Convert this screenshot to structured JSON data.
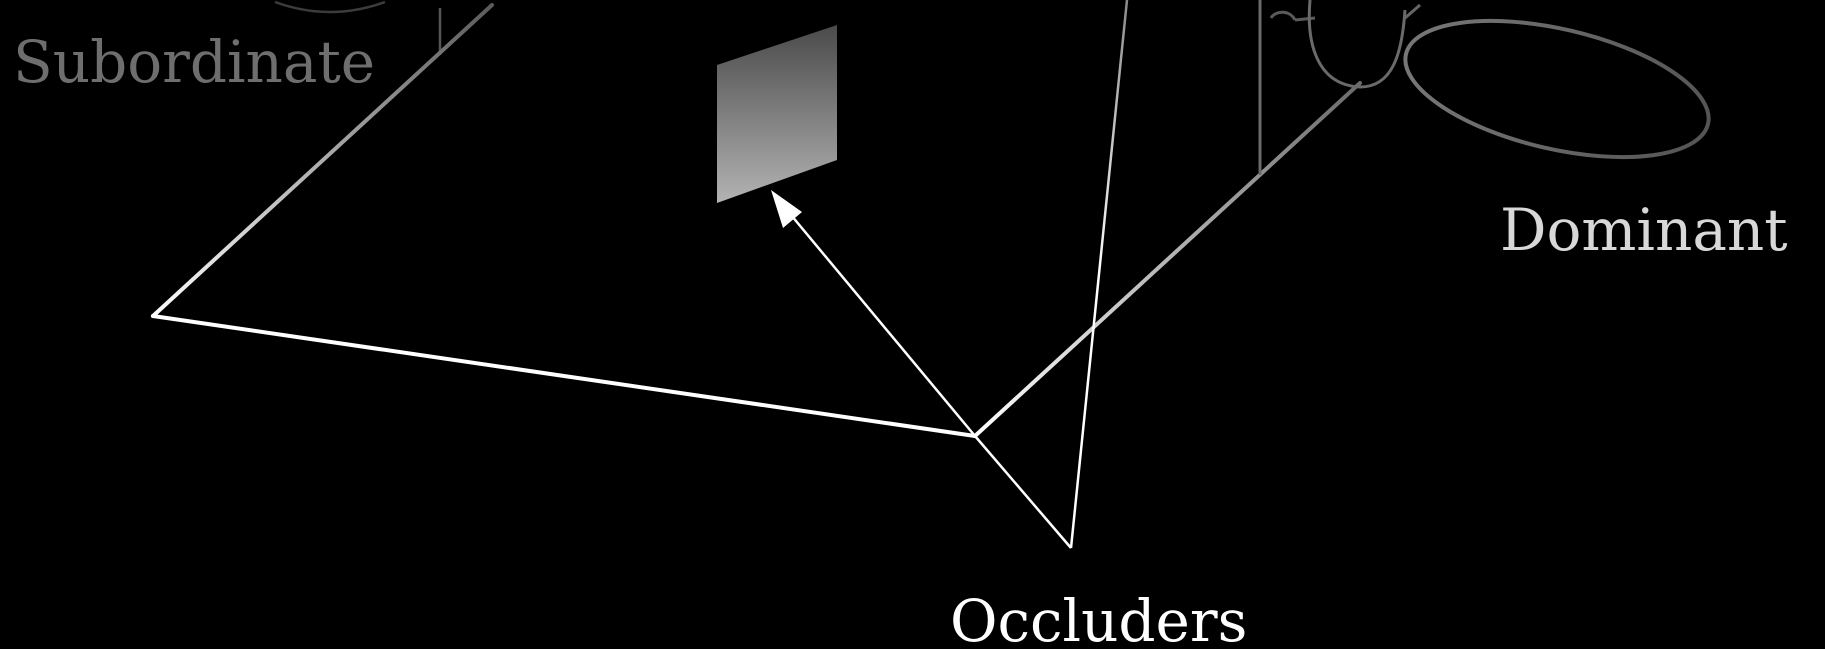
{
  "labels": {
    "subordinate": "Subordinate",
    "dominant": "Dominant",
    "occluders": "Occluders"
  },
  "colors": {
    "background": "#000000",
    "line_bright": "#ffffff",
    "line_faded": "#5a5a5a",
    "text_subordinate": "#6e6e6e",
    "text_dominant": "#d8d8d8",
    "text_occluders": "#ffffff",
    "panel_top": "#4a4a4a",
    "panel_bottom": "#b4b4b4"
  }
}
